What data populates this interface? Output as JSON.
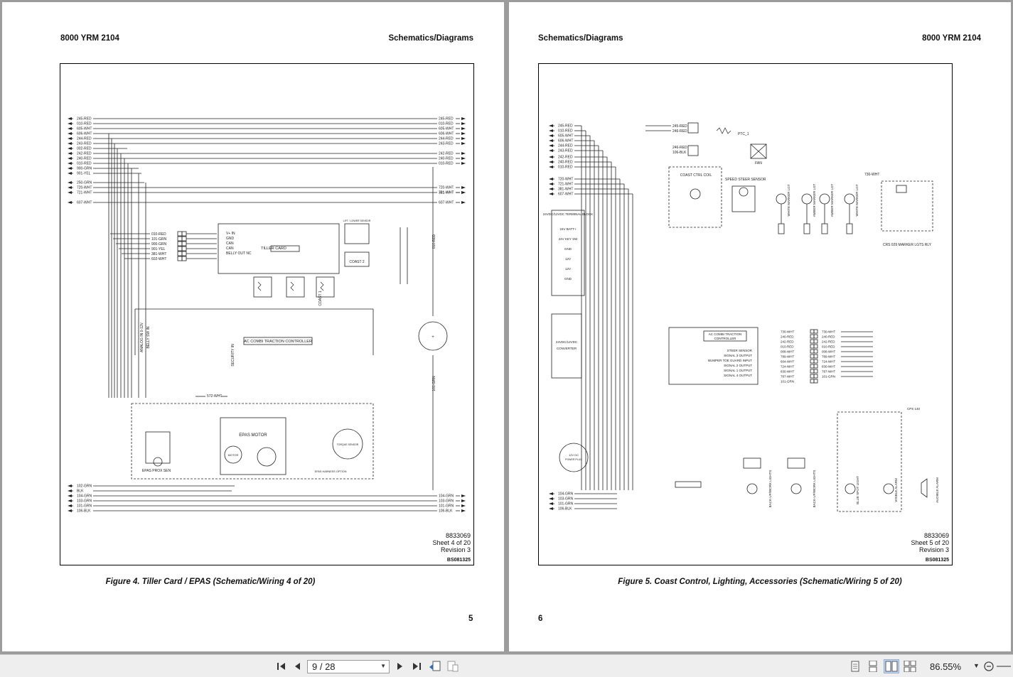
{
  "left_page": {
    "header_left": "8000 YRM 2104",
    "header_right": "Schematics/Diagrams",
    "doc_number": "8833069",
    "sheet": "Sheet 4 of 20",
    "revision": "Revision 3",
    "bs_number": "BS081325",
    "caption": "Figure 4. Tiller Card / EPAS (Schematic/Wiring 4 of 20)",
    "page_number": "5",
    "wires_left": [
      "245-RED",
      "010-RED",
      "605-WHT",
      "606-WHT",
      "244-RED",
      "243-RED",
      "002-RED",
      "242-RED",
      "240-RED",
      "010-RED",
      "900-GRN",
      "901-YEL",
      "250-GRN",
      "720-WHT",
      "721-WHT",
      "607-WHT"
    ],
    "wires_right": [
      "245-RED",
      "010-RED",
      "605-WHT",
      "606-WHT",
      "244-RED",
      "243-RED",
      "242-RED",
      "240-RED",
      "010-RED",
      "720-WHT",
      "721-WHT",
      "381-WHT",
      "607-WHT"
    ],
    "wires_bottom_left": [
      "102-GRN",
      "BLK",
      "104-GRN",
      "103-GRN",
      "101-GRN",
      "106-BLK"
    ],
    "wires_bottom_right": [
      "104-GRN",
      "103-GRN",
      "101-GRN",
      "106-BLK"
    ],
    "connector_wires": [
      "010-RED",
      "101-GRN",
      "900-GRN",
      "901-YEL",
      "381-WHT",
      "602-WHT"
    ],
    "tiller_pins": [
      "V+ IN",
      "GND",
      "CAN",
      "CAN",
      "BELLY OUT NC"
    ],
    "labels": {
      "tiller_card": "TILLER CARD",
      "coast2": "COAST 2",
      "coast1": "COAST 1",
      "lift_lower": "LIFT / LOWER SENSOR",
      "traction": "AC COMBI TRACTION CONTROLLER",
      "epas_motor": "EPAS MOTOR",
      "motor": "MOTOR",
      "epas_prox": "EPAS PROX SEN",
      "torque": "TORQUE SENSOR",
      "epas_option": "EPAS HARNESS OPTION",
      "analog_in": "ANALOG IN 0-12V",
      "belly_sw": "BELLY SW IN",
      "security": "SECURITY IN",
      "w572": "572-WHT",
      "w101": "101-GRN",
      "w010": "010-RED"
    }
  },
  "right_page": {
    "header_left": "Schematics/Diagrams",
    "header_right": "8000 YRM 2104",
    "doc_number": "8833069",
    "sheet": "Sheet 5 of 20",
    "revision": "Revision 3",
    "bs_number": "BS081325",
    "caption": "Figure 5. Coast Control, Lighting, Accessories (Schematic/Wiring 5 of 20)",
    "page_number": "6",
    "wires_left": [
      "245-RED",
      "010-RED",
      "605-WHT",
      "606-WHT",
      "244-RED",
      "243-RED",
      "242-RED",
      "240-RED",
      "010-RED",
      "720-WHT",
      "721-WHT",
      "381-WHT",
      "607-WHT"
    ],
    "wires_bottom": [
      "104-GRN",
      "103-GRN",
      "101-GRN",
      "106-BLK"
    ],
    "terminal_block": [
      "24VDC/12VDC TERMINAL BLOCK",
      "24V BATT+",
      "24V KEY SW",
      "GND",
      "12V",
      "12V",
      "GND"
    ],
    "traction_signals": [
      "STEER SENSOR",
      "SIGNAL 3 OUTPUT",
      "BUMPER TOE GUARD INPUT",
      "SIGNAL 2 OUTPUT",
      "SIGNAL 1 OUTPUT",
      "SIGNAL 4 OUTPUT"
    ],
    "traction_wires_left": [
      "730-WHT",
      "240-RED",
      "242-RED",
      "010-RED",
      "008-WHT",
      "789-WHT",
      "604-WHT",
      "724-WHT",
      "830-WHT",
      "787-WHT",
      "101-GRN"
    ],
    "traction_wires_right": [
      "730-WHT",
      "240-RED",
      "242-RED",
      "010-RED",
      "008-WHT",
      "789-WHT",
      "724-WHT",
      "830-WHT",
      "787-WHT",
      "101-GRN"
    ],
    "labels": {
      "coast_ctrl": "COAST CTRL COIL",
      "speed_steer": "SPEED STEER SENSOR",
      "white_marker1": "WHITE MARKER LGT",
      "amber_marker1": "AMBER MARKER LGT",
      "amber_marker2": "AMBER MARKER LGT",
      "white_marker2": "WHITE MARKER LGT",
      "marker_rly": "CRS 029 MARKER LGTS RLY",
      "fan": "FAN",
      "ptc": "PTC_1",
      "converter": "24VDC/12VDC CONVERTER",
      "traction": "AC COMBI TRACTION CONTROLLER",
      "power_plug": "12V DC POWER PLUG",
      "back_lights1": "BACK-UP/WORK LIGHTS",
      "back_lights2": "BACK-UP/WORK LIGHTS",
      "blue_spot": "BLUE SPOT LIGHT",
      "visible_alarm": "VISIBLE ALARM",
      "audible_alarm": "AUDIBLE ALARM",
      "w730": "730-WHT",
      "cps140": "CPS 140"
    }
  },
  "toolbar": {
    "page_indicator": "9 / 28",
    "zoom": "86.55%"
  }
}
